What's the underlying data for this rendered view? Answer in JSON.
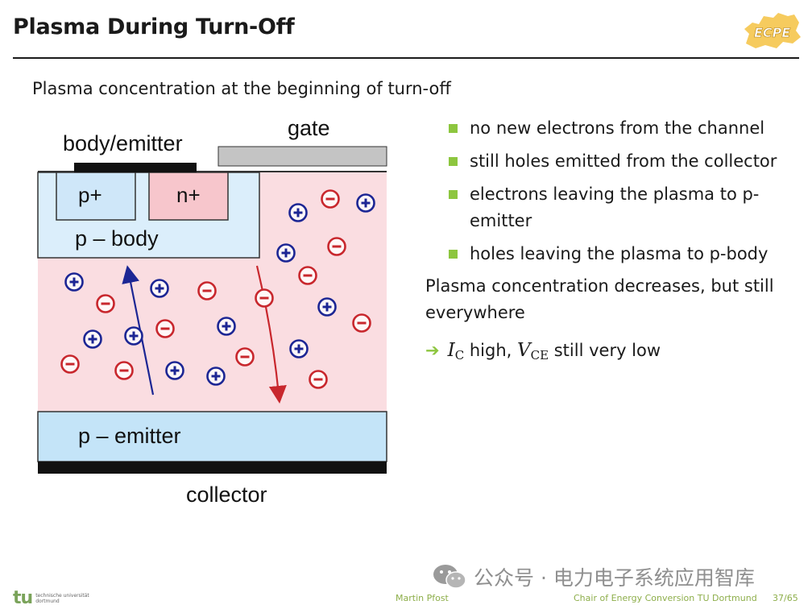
{
  "header": {
    "title": "Plasma During Turn-Off",
    "logo_text": "ECPE"
  },
  "subtitle": "Plasma concentration at the beginning of turn-off",
  "diagram": {
    "label_body_emitter": "body/emitter",
    "label_gate": "gate",
    "label_p_plus": "p+",
    "label_n_plus": "n+",
    "label_p_body": "p – body",
    "label_p_emitter": "p – emitter",
    "label_collector": "collector",
    "colors": {
      "drift": "#fadde1",
      "light_blue": "#d5ebfa",
      "p_emitter": "#c4e4f8",
      "n_plus": "#f7c6cc",
      "hole": "#1c2694",
      "electron": "#c8272d",
      "gate": "#c4c4c4"
    }
  },
  "bullets": [
    "no new electrons from the channel",
    "still holes emitted from the collector",
    "electrons leaving the plasma to p-emitter",
    "holes leaving the plasma to p-body"
  ],
  "paragraph": "Plasma concentration decreases, but still everywhere",
  "conclusion": {
    "arrow": "➔",
    "ic_symbol": "I",
    "ic_sub": "C",
    "ic_text": " high, ",
    "vce_symbol": "V",
    "vce_sub": "CE",
    "vce_text": " still very low"
  },
  "watermark": "公众号 · 电力电子系统应用智库",
  "footer": {
    "tu_logo": "tu",
    "tu_line1": "technische universität",
    "tu_line2": "dortmund",
    "author": "Martin Pfost",
    "chair": "Chair of Energy Conversion TU Dortmund",
    "page": "37/65"
  }
}
